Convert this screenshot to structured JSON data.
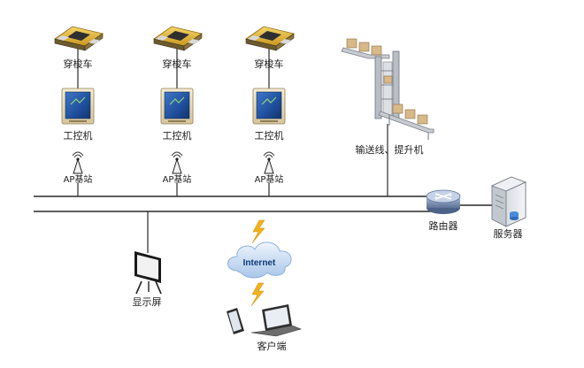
{
  "labels": {
    "shuttle": "穿梭车",
    "ipc": "工控机",
    "ap": "AP基站",
    "conveyor": "输送线、提升机",
    "router": "路由器",
    "server": "服务器",
    "display": "显示屏",
    "internet": "Internet",
    "client": "客户端"
  },
  "colors": {
    "network_line": "#2a2a2a",
    "shuttle_body": "#e3bf3e",
    "screen": "#1f4f9c",
    "cloud": "#cfe0f4",
    "lightning": "#f2b21b",
    "router": "#7d93b8"
  },
  "icons": [
    "shuttle-icon",
    "industrial-pc-icon",
    "antenna-icon",
    "conveyor-icon",
    "router-icon",
    "server-icon",
    "display-icon",
    "cloud-icon",
    "lightning-icon",
    "tablet-icon",
    "laptop-icon"
  ]
}
